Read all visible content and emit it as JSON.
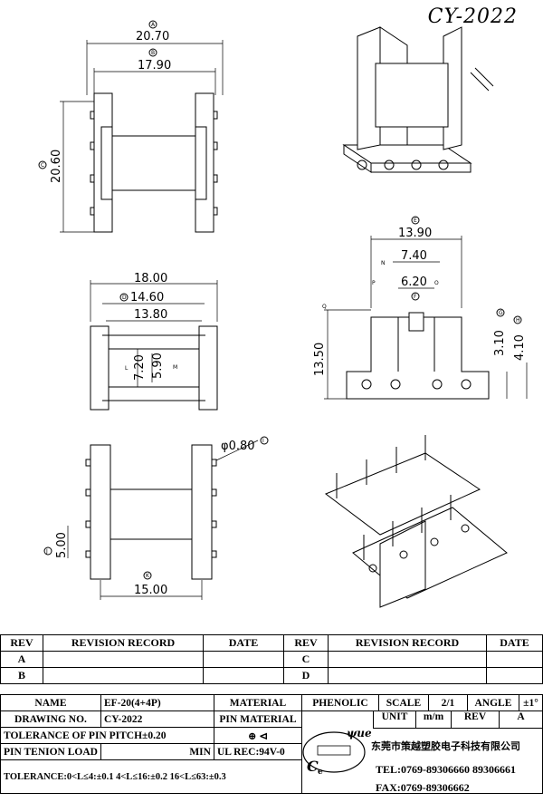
{
  "model_title": "CY-2022",
  "dimensions": {
    "top_width_outer": "20.70",
    "top_width_inner": "17.90",
    "top_height": "20.60",
    "front_width": "18.00",
    "front_width_mid": "14.60",
    "front_width_inner": "13.80",
    "front_height_a": "7.20",
    "front_height_b": "5.90",
    "side_width": "13.90",
    "side_width_mid": "7.40",
    "side_width_inner": "6.20",
    "side_height": "13.50",
    "side_h_small": "3.10",
    "side_h_small2": "4.10",
    "pin_dia": "φ0.80",
    "pin_pitch": "5.00",
    "bottom_width": "15.00"
  },
  "circle_labels": [
    "A",
    "B",
    "C",
    "D",
    "E",
    "F",
    "G",
    "H",
    "I",
    "J",
    "K",
    "L",
    "M",
    "N",
    "O",
    "P",
    "Q"
  ],
  "revision_table": {
    "headers": [
      "REV",
      "REVISION RECORD",
      "DATE",
      "REV",
      "REVISION RECORD",
      "DATE"
    ],
    "rows": [
      [
        "A",
        "",
        "",
        "C",
        "",
        ""
      ],
      [
        "B",
        "",
        "",
        "D",
        "",
        ""
      ]
    ]
  },
  "title_block": {
    "name_label": "NAME",
    "name_value": "EF-20(4+4P)",
    "material_label": "MATERIAL",
    "material_value": "PHENOLIC",
    "scale_label": "SCALE",
    "scale_value": "2/1",
    "angle_label": "ANGLE",
    "angle_value": "±1°",
    "drawing_no_label": "DRAWING NO.",
    "drawing_no_value": "CY-2022",
    "pin_material_label": "PIN MATERIAL",
    "unit_label": "UNIT",
    "unit_value": "m/m",
    "rev_label": "REV",
    "rev_value": "A",
    "pitch_tol": "TOLERANCE OF PIN PITCH±0.20",
    "pin_tension": "PIN TENION LOAD",
    "min_label": "MIN",
    "ul_rec": "UL REC:94V-0",
    "tolerance": "TOLERANCE:0<L≤4:±0.1  4<L≤16:±0.2  16<L≤63:±0.3",
    "company": "东莞市策越塑胶电子科技有限公司",
    "tel": "TEL:0769-89306660 89306661",
    "fax": "FAX:0769-89306662",
    "logo_text": "C",
    "logo_sub": "e",
    "logo_yue": "ψue"
  }
}
